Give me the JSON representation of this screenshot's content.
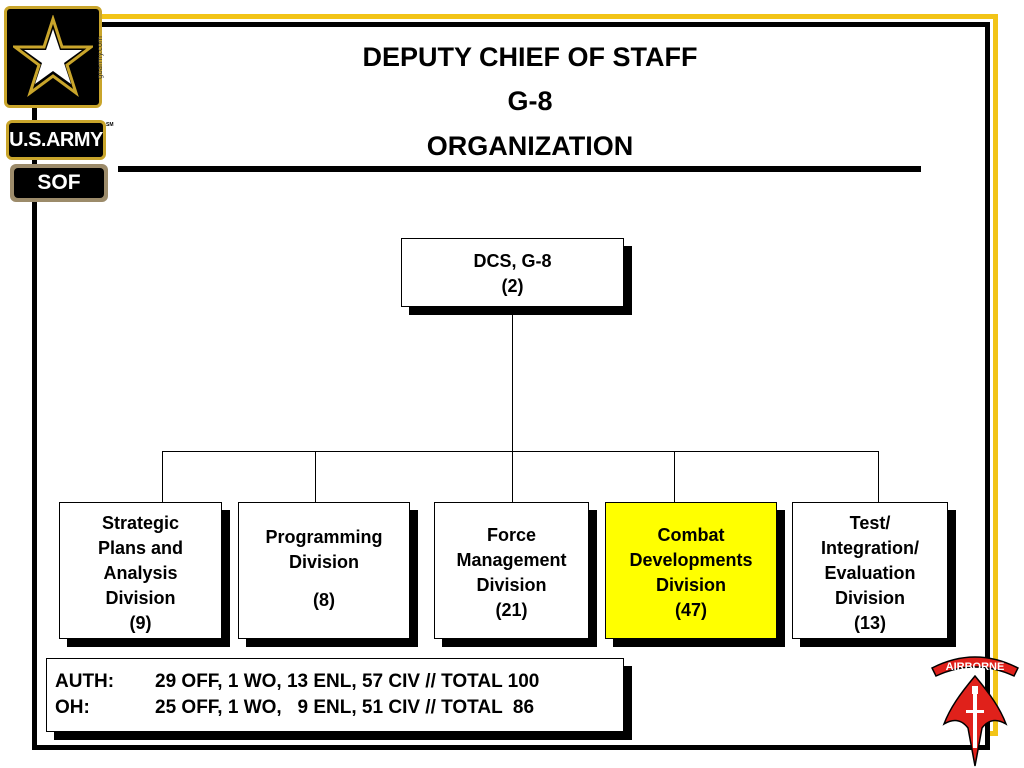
{
  "logo": {
    "url_text": "goarmy.com",
    "army_text": "U.S.ARMY",
    "sm_mark": "SM",
    "sof_text": "SOF"
  },
  "title": {
    "line1": "DEPUTY CHIEF OF STAFF",
    "line2": "G-8",
    "line3": "ORGANIZATION"
  },
  "org": {
    "top": {
      "lines": [
        "DCS, G-8",
        "(2)"
      ]
    },
    "divisions": [
      {
        "lines": [
          "Strategic",
          "Plans and",
          "Analysis",
          "Division",
          "(9)"
        ],
        "highlight": false
      },
      {
        "lines": [
          "Programming",
          "Division",
          "(8)"
        ],
        "highlight": false
      },
      {
        "lines": [
          "Force",
          "Management",
          "Division",
          "(21)"
        ],
        "highlight": false
      },
      {
        "lines": [
          "Combat",
          "Developments",
          "Division",
          "(47)"
        ],
        "highlight": true
      },
      {
        "lines": [
          "Test/",
          "Integration/",
          "Evaluation",
          "Division",
          "(13)"
        ],
        "highlight": false
      }
    ]
  },
  "totals": {
    "auth_label": "AUTH:",
    "auth_value": "29 OFF, 1 WO, 13 ENL, 57 CIV // TOTAL 100",
    "oh_label": "OH:",
    "oh_value": "25 OFF, 1 WO,   9 ENL, 51 CIV // TOTAL  86"
  },
  "insignia": {
    "tab_text": "AIRBORNE"
  },
  "colors": {
    "frame_gold": "#f2c417",
    "highlight": "#ffff00",
    "insignia_red": "#e0211b"
  }
}
